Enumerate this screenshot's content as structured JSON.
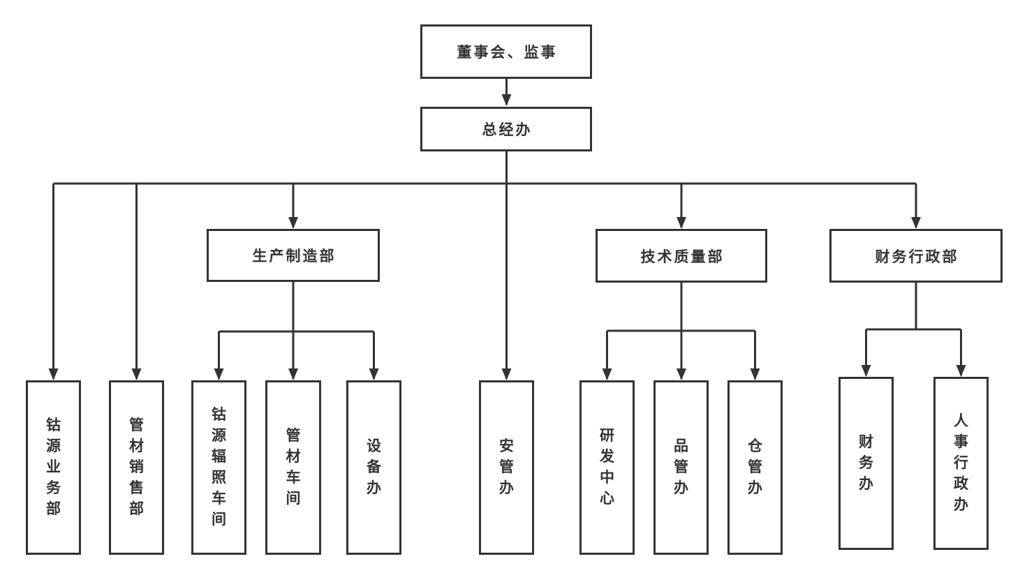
{
  "page": {
    "background_color": "#ffffff",
    "line_color": "#333333",
    "box_border_color": "#333333",
    "text_color": "#333333"
  },
  "org_chart": {
    "root": {
      "label": "董事会、监事"
    },
    "general_manager_office": {
      "label": "总经办"
    },
    "departments": {
      "cobalt_source_business": {
        "label": "钴源业务部"
      },
      "pipe_sales": {
        "label": "管材销售部"
      },
      "production_manufacturing": {
        "label": "生产制造部"
      },
      "safety_management_office": {
        "label": "安管办"
      },
      "technology_quality": {
        "label": "技术质量部"
      },
      "finance_administration": {
        "label": "财务行政部"
      }
    },
    "sub_departments": {
      "cobalt_source_irradiation_workshop": {
        "label": "钴源辐照车间"
      },
      "pipe_workshop": {
        "label": "管材车间"
      },
      "equipment_office": {
        "label": "设备办"
      },
      "rd_center": {
        "label": "研发中心"
      },
      "quality_management_office": {
        "label": "品管办"
      },
      "warehouse_management_office": {
        "label": "仓管办"
      },
      "finance_office": {
        "label": "财务办"
      },
      "hr_administration_office": {
        "label": "人事行政办"
      }
    }
  }
}
